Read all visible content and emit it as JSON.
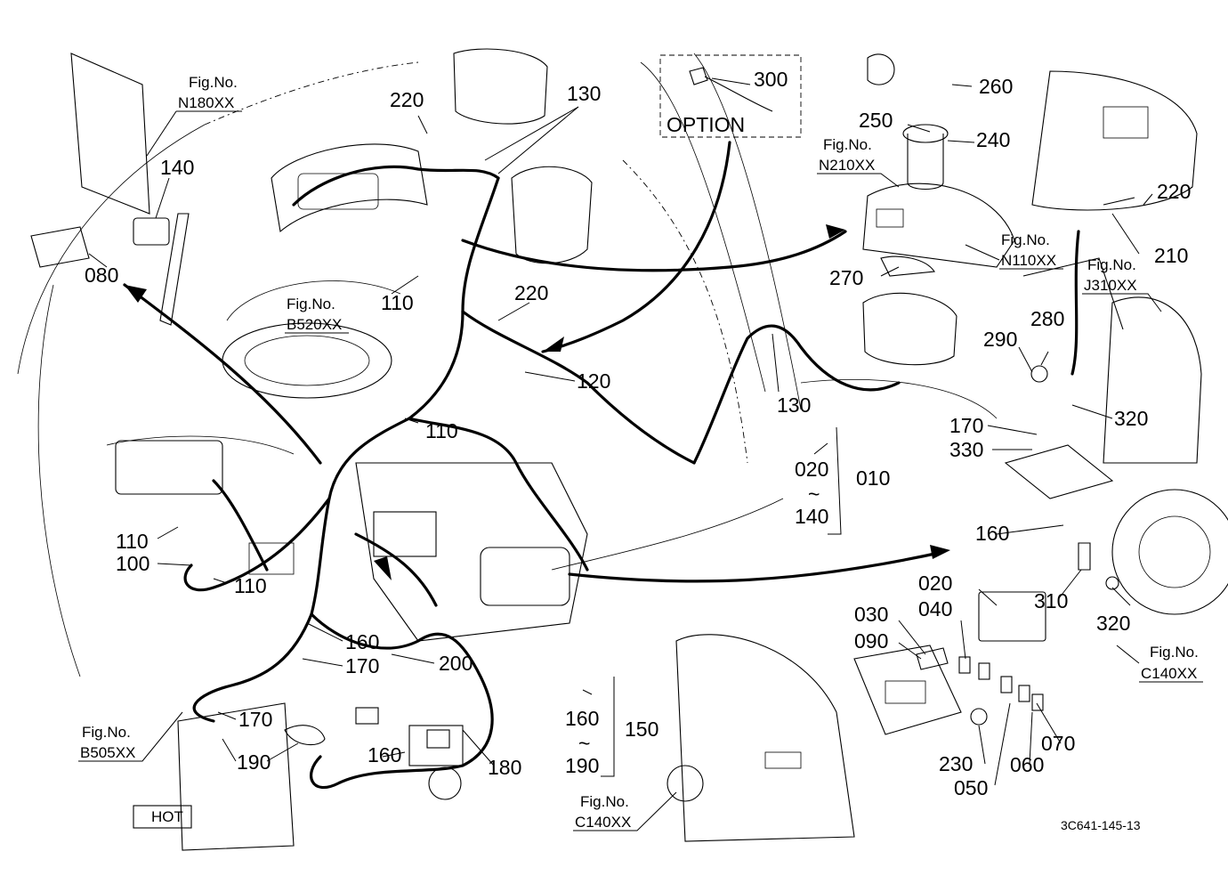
{
  "parts": [
    {
      "id": "p300",
      "label": "300"
    },
    {
      "id": "p260",
      "label": "260"
    },
    {
      "id": "p250",
      "label": "250"
    },
    {
      "id": "p240",
      "label": "240"
    },
    {
      "id": "p220a",
      "label": "220"
    },
    {
      "id": "p130a",
      "label": "130"
    },
    {
      "id": "p140a",
      "label": "140"
    },
    {
      "id": "p080",
      "label": "080"
    },
    {
      "id": "p110a",
      "label": "110"
    },
    {
      "id": "p220b",
      "label": "220"
    },
    {
      "id": "p220c",
      "label": "220"
    },
    {
      "id": "p210",
      "label": "210"
    },
    {
      "id": "p270",
      "label": "270"
    },
    {
      "id": "p280",
      "label": "280"
    },
    {
      "id": "p290",
      "label": "290"
    },
    {
      "id": "p120",
      "label": "120"
    },
    {
      "id": "p130b",
      "label": "130"
    },
    {
      "id": "p110b",
      "label": "110"
    },
    {
      "id": "p170a",
      "label": "170"
    },
    {
      "id": "p330",
      "label": "330"
    },
    {
      "id": "p320a",
      "label": "320"
    },
    {
      "id": "p020a",
      "label": "020"
    },
    {
      "id": "p010",
      "label": "010"
    },
    {
      "id": "p140b",
      "label": "140"
    },
    {
      "id": "p110c",
      "label": "110"
    },
    {
      "id": "p100",
      "label": "100"
    },
    {
      "id": "p110d",
      "label": "110"
    },
    {
      "id": "p160a",
      "label": "160"
    },
    {
      "id": "p310",
      "label": "310"
    },
    {
      "id": "p320b",
      "label": "320"
    },
    {
      "id": "p020b",
      "label": "020"
    },
    {
      "id": "p030",
      "label": "030"
    },
    {
      "id": "p040",
      "label": "040"
    },
    {
      "id": "p090",
      "label": "090"
    },
    {
      "id": "p160b",
      "label": "160"
    },
    {
      "id": "p170b",
      "label": "170"
    },
    {
      "id": "p200",
      "label": "200"
    },
    {
      "id": "p170c",
      "label": "170"
    },
    {
      "id": "p150",
      "label": "150"
    },
    {
      "id": "p160c",
      "label": "160"
    },
    {
      "id": "p190a",
      "label": "190"
    },
    {
      "id": "p190b",
      "label": "190"
    },
    {
      "id": "p160d",
      "label": "160"
    },
    {
      "id": "p180",
      "label": "180"
    },
    {
      "id": "p230",
      "label": "230"
    },
    {
      "id": "p050",
      "label": "050"
    },
    {
      "id": "p060",
      "label": "060"
    },
    {
      "id": "p070",
      "label": "070"
    }
  ],
  "range_marks": {
    "r1": "~",
    "r2": "~"
  },
  "option_box": {
    "title": "OPTION"
  },
  "fig_refs": [
    {
      "id": "n180",
      "title": "Fig.No.",
      "code": "N180XX"
    },
    {
      "id": "n210",
      "title": "Fig.No.",
      "code": "N210XX"
    },
    {
      "id": "n110",
      "title": "Fig.No.",
      "code": "N110XX"
    },
    {
      "id": "j310",
      "title": "Fig.No.",
      "code": "J310XX"
    },
    {
      "id": "b520",
      "title": "Fig.No.",
      "code": "B520XX"
    },
    {
      "id": "c140a",
      "title": "Fig.No.",
      "code": "C140XX"
    },
    {
      "id": "b505",
      "title": "Fig.No.",
      "code": "B505XX"
    },
    {
      "id": "c140b",
      "title": "Fig.No.",
      "code": "C140XX"
    }
  ],
  "warning_plate": "HOT",
  "drawing_code": "3C641-145-13"
}
